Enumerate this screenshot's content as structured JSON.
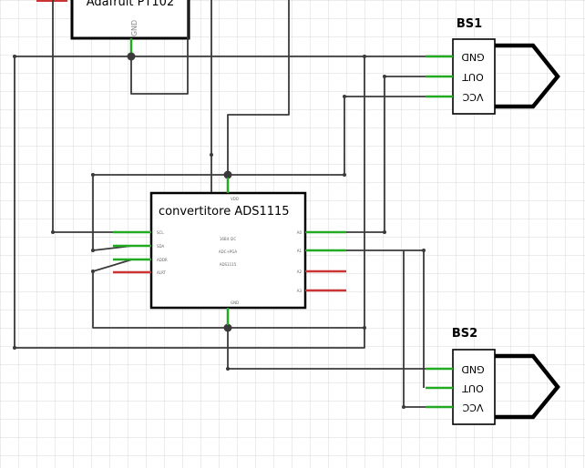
{
  "top_module": {
    "name": "Adafruit PT102",
    "gnd_pin": "GND"
  },
  "converter": {
    "title": "convertitore ADS1115",
    "inner_lines": [
      "16Bit I2C",
      "ADC+PGA",
      "ADS1115"
    ],
    "left_pins": [
      "SCL",
      "SDA",
      "ADDR",
      "ALRT"
    ],
    "right_pins": [
      "A0",
      "A1",
      "A2",
      "A3"
    ],
    "top_pin": "VDD",
    "bottom_pin": "GND"
  },
  "sensors": [
    {
      "name": "BS1",
      "pins": [
        "GND",
        "OUT",
        "VCC"
      ]
    },
    {
      "name": "BS2",
      "pins": [
        "GND",
        "OUT",
        "VCC"
      ]
    }
  ],
  "colors": {
    "wire": "#3a3a3a",
    "pin_connected": "#22aa22",
    "pin_unconnected": "#cc3333",
    "grid": "#d9d9d9",
    "outline": "#000000"
  }
}
